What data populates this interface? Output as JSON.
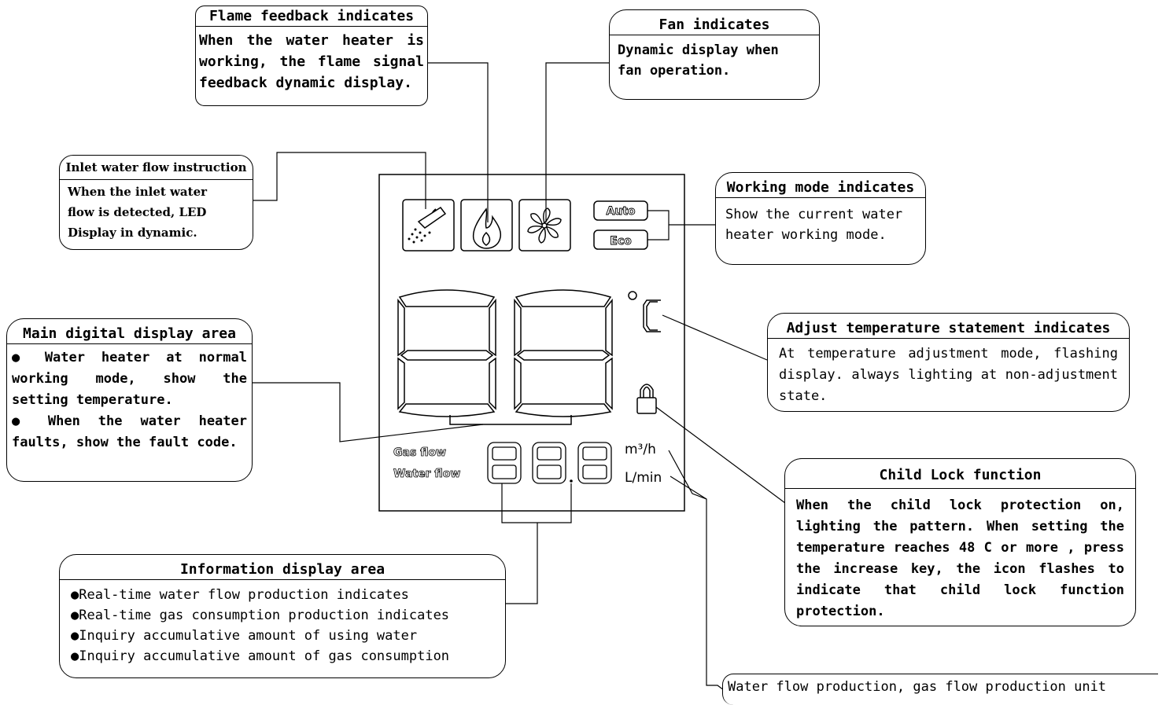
{
  "callouts": {
    "flame": {
      "title": "Flame feedback indicates",
      "body": "When the water heater is working, the flame signal feedback dynamic display."
    },
    "fan": {
      "title": "Fan indicates",
      "body": "Dynamic display when fan operation."
    },
    "inlet": {
      "title": "Inlet water flow instruction",
      "body": "When the inlet water flow is detected, LED Display in dynamic."
    },
    "working_mode": {
      "title": "Working mode indicates",
      "body": "Show the current water heater working mode."
    },
    "main_display": {
      "title": "Main digital display area",
      "bullet1": "● Water heater at normal working mode, show the setting temperature.",
      "bullet2": "● When the water heater faults, show the fault code."
    },
    "adjust_temp": {
      "title": "Adjust temperature statement indicates",
      "body": "At temperature adjustment mode, flashing display. always lighting at non-adjustment state."
    },
    "child_lock": {
      "title": "Child Lock function",
      "body": "When the child lock protection on, lighting the pattern. When setting the temperature reaches 48 C or more , press the increase key, the icon flashes to indicate that child lock function protection."
    },
    "info_area": {
      "title": "Information display area",
      "items": [
        "●Real-time water flow production indicates",
        "●Real-time gas consumption production indicates",
        "●Inquiry accumulative amount of using water",
        "●Inquiry accumulative amount of gas consumption"
      ]
    },
    "unit": {
      "body": "Water flow production, gas flow production unit"
    }
  },
  "panel": {
    "auto_label": "Auto",
    "eco_label": "Eco",
    "gas_flow_label": "Gas flow",
    "water_flow_label": "Water flow",
    "unit_m3h": "m³/h",
    "unit_lmin": "L/min",
    "degree_symbol": "°",
    "celsius_symbol": "C"
  }
}
